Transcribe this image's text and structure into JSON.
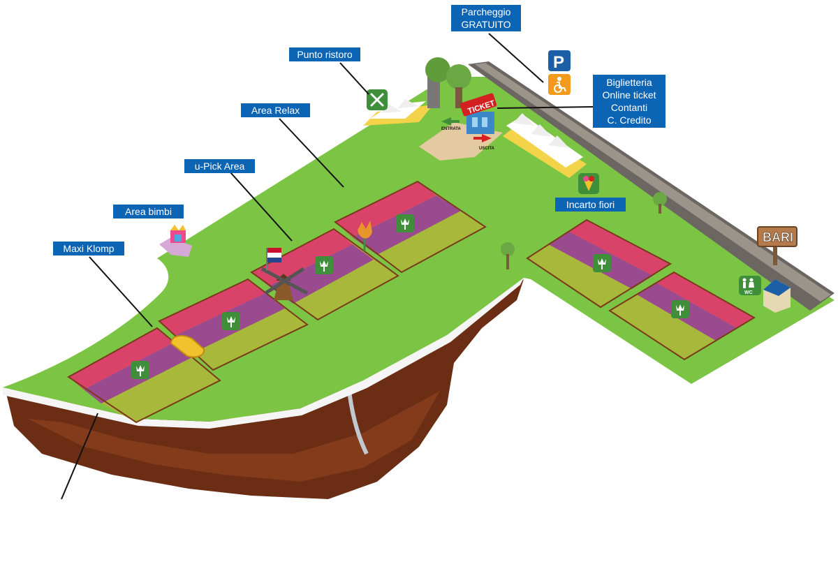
{
  "labels": {
    "parcheggio": {
      "line1": "Parcheggio",
      "line2": "GRATUITO"
    },
    "punto_ristoro": "Punto ristoro",
    "area_relax": "Area Relax",
    "upick_area": "u-Pick Area",
    "area_bimbi": "Area bimbi",
    "maxi_klomp": "Maxi Klomp",
    "incarto_fiori": "Incarto fiori",
    "biglietteria": {
      "line1": "Biglietteria",
      "line2": "Online ticket",
      "line3": "Contanti",
      "line4": "C. Credito"
    }
  },
  "signs": {
    "ticket": "TICKET",
    "entrata": "ENTRATA",
    "uscita": "USCITA",
    "bari": "BARI",
    "parking": "P",
    "wc": "WC"
  },
  "colors": {
    "grass": "#7cc443",
    "label_bg": "#0b64b4",
    "soil": "#6b2d14",
    "road": "#6b6661",
    "icon_green": "#3e8e3a",
    "parking_blue": "#1d5fa6",
    "accessible_orange": "#f29a1c"
  },
  "icons": [
    "fork-knife-icon",
    "parking-icon",
    "wheelchair-icon",
    "tulip-icon",
    "flower-bouquet-icon",
    "restroom-icon",
    "windmill-icon",
    "dutch-flag-icon",
    "clog-icon",
    "bouncy-castle-icon",
    "ticket-booth-icon",
    "tree-icon"
  ]
}
